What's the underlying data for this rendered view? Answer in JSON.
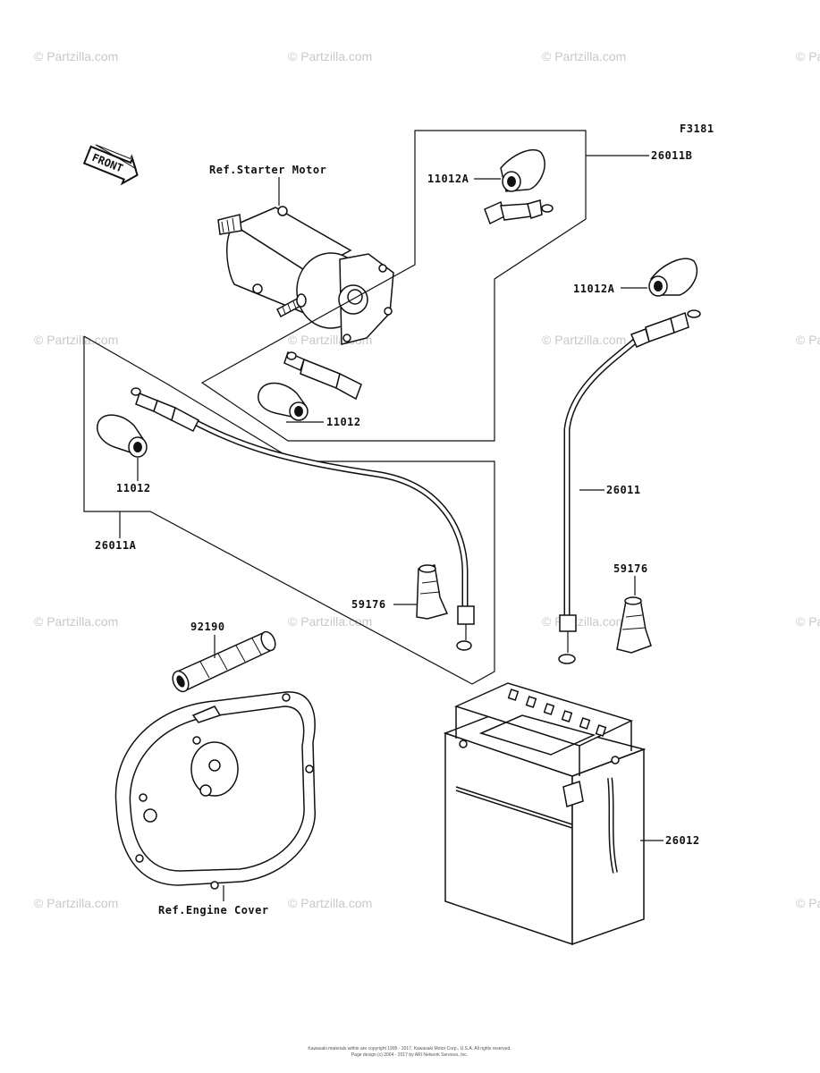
{
  "figure_code": "F3181",
  "front_label": "FRONT",
  "labels": {
    "starter_motor": "Ref.Starter Motor",
    "engine_cover": "Ref.Engine Cover",
    "p_26011B": "26011B",
    "p_11012A_top": "11012A",
    "p_11012A_right": "11012A",
    "p_11012_mid": "11012",
    "p_11012_left": "11012",
    "p_26011A": "26011A",
    "p_26011": "26011",
    "p_59176_left": "59176",
    "p_59176_right": "59176",
    "p_92190": "92190",
    "p_26012": "26012"
  },
  "watermark": "© Partzilla.com",
  "copyright": [
    "Kawasaki materials within are copyright 1995 - 2017, Kawasaki Motor Corp., U.S.A. All rights reserved.",
    "Page design (c) 2004 - 2017 by ARI Network Services, Inc."
  ]
}
